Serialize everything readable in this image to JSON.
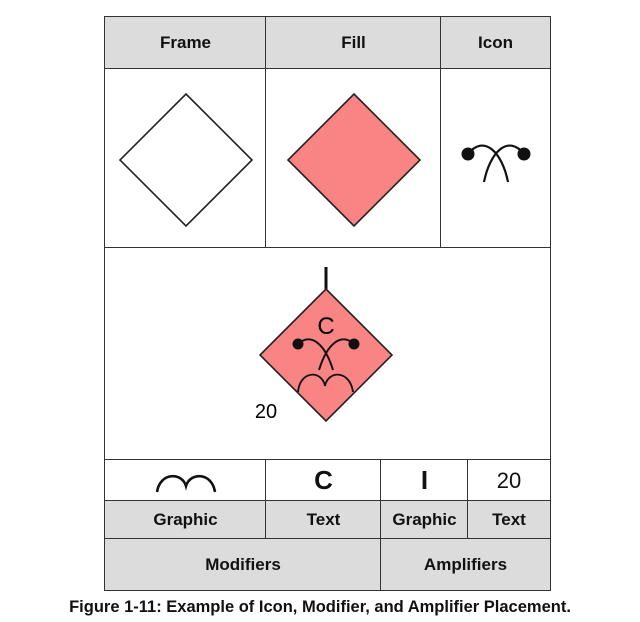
{
  "table": {
    "headers": {
      "frame": "Frame",
      "fill": "Fill",
      "icon": "Icon"
    },
    "modifier_graphic_label": "Graphic",
    "modifier_text_label": "Text",
    "amplifier_graphic_label": "Graphic",
    "amplifier_text_label": "Text",
    "modifiers_label": "Modifiers",
    "amplifiers_label": "Amplifiers",
    "modifier_text_value": "C",
    "amplifier_graphic_value": "I",
    "amplifier_text_value": "20"
  },
  "symbol": {
    "letter": "C",
    "amplifier_number": "20"
  },
  "caption": "Figure 1-11:  Example of Icon, Modifier, and Amplifier Placement.",
  "colors": {
    "fill": "#f98484",
    "header_gray": "#dcdcdc",
    "border": "#333333"
  }
}
